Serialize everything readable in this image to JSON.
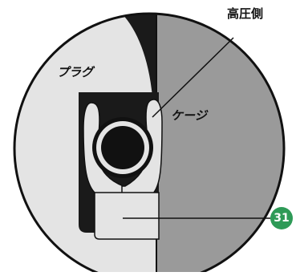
{
  "labels": {
    "high_pressure_side": "高圧側",
    "plug": "プラグ",
    "cage": "ケージ"
  },
  "callout": {
    "number": "31"
  },
  "colors": {
    "plug_fill": "#e4e4e4",
    "cage_fill": "#9a9a9a",
    "body_fill": "#1a1a1a",
    "outline": "#111111",
    "badge": "#2e9a57"
  }
}
